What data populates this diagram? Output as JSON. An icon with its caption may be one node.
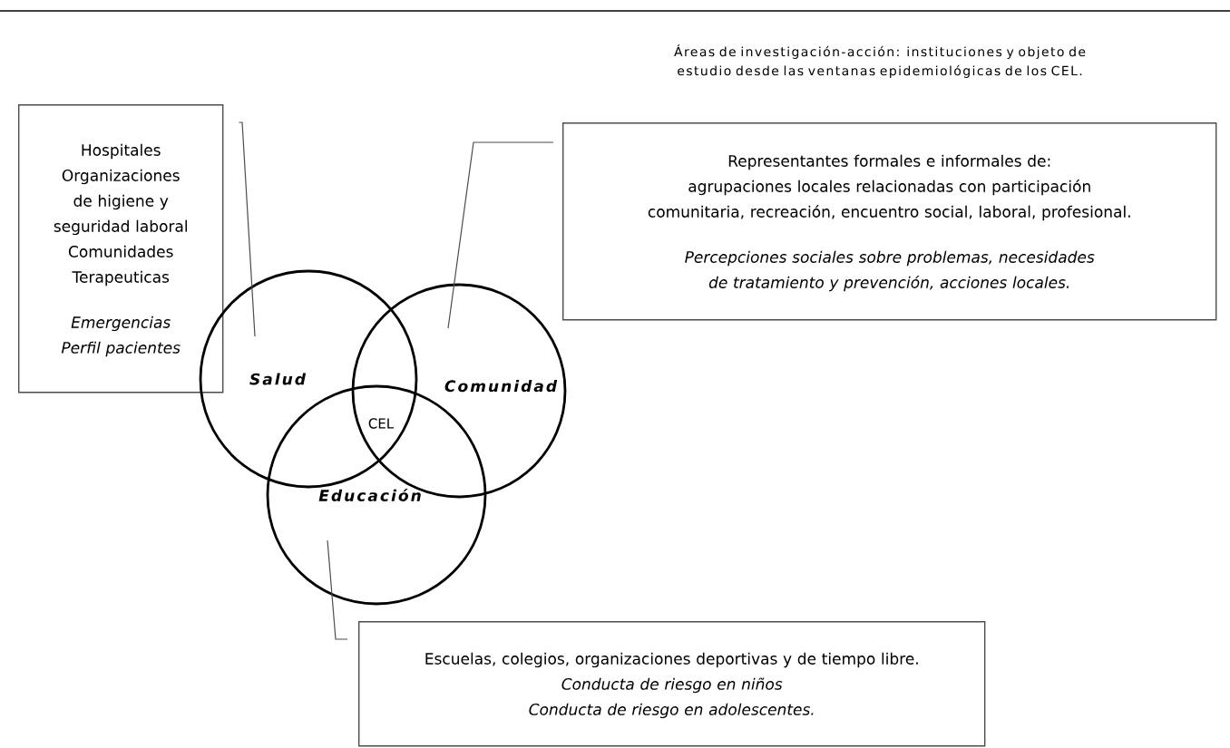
{
  "diagram": {
    "title": "Áreas de investigación-acción: instituciones y objeto de estudio desde las ventanas epidemiológicas de los CEL.",
    "nodes": [
      {
        "text": [
          "Hospitales",
          "Organizaciones de higiene y seguridad laboral",
          "Comunidades Terapeuticas",
          "Emergencias",
          "Perfil pacientes"
        ]
      },
      {
        "text": [
          "Representantes formales e informales de:",
          "agrupaciones locales relacionadas con participación comunitaria, recreación, encuentro social, laboral, profesional.",
          "Percepciones sociales sobre problemas, necesidades de tratamiento y prevención, acciones locales."
        ]
      },
      {
        "text": [
          "Escuelas, colegios, organizaciones deportivas y de tiempo libre.",
          "Conducta de riesgo en niños",
          "Conducta de riesgo en adolescentes."
        ]
      },
      {
        "text": [
          "Salud"
        ]
      },
      {
        "text": [
          "Comunidad"
        ]
      },
      {
        "text": [
          "Educación"
        ]
      }
    ],
    "edges": [
      {
        "from": 0,
        "to": 3,
        "arrow": "none"
      },
      {
        "from": 1,
        "to": 4,
        "arrow": "none"
      },
      {
        "from": 2,
        "to": 5,
        "arrow": "none"
      }
    ],
    "labels": [
      "CEL"
    ]
  }
}
